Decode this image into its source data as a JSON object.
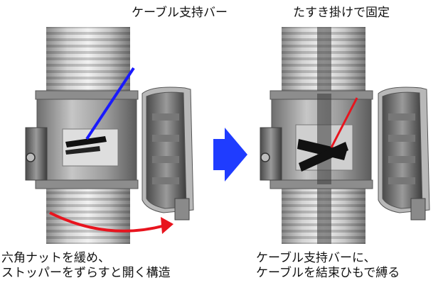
{
  "labels": {
    "top_left": "ケーブル支持バー",
    "top_right": "たすき掛けで固定"
  },
  "captions": {
    "left": [
      "六角ナットを緩め、",
      "ストッパーをずらすと開く構造"
    ],
    "right": [
      "ケーブル支持バーに、",
      "ケーブルを結束ひもで縛る"
    ]
  },
  "colors": {
    "blue_pointer": "#1a1aff",
    "red_pointer": "#e8141e",
    "transition_arrow": "#1f3cff"
  }
}
